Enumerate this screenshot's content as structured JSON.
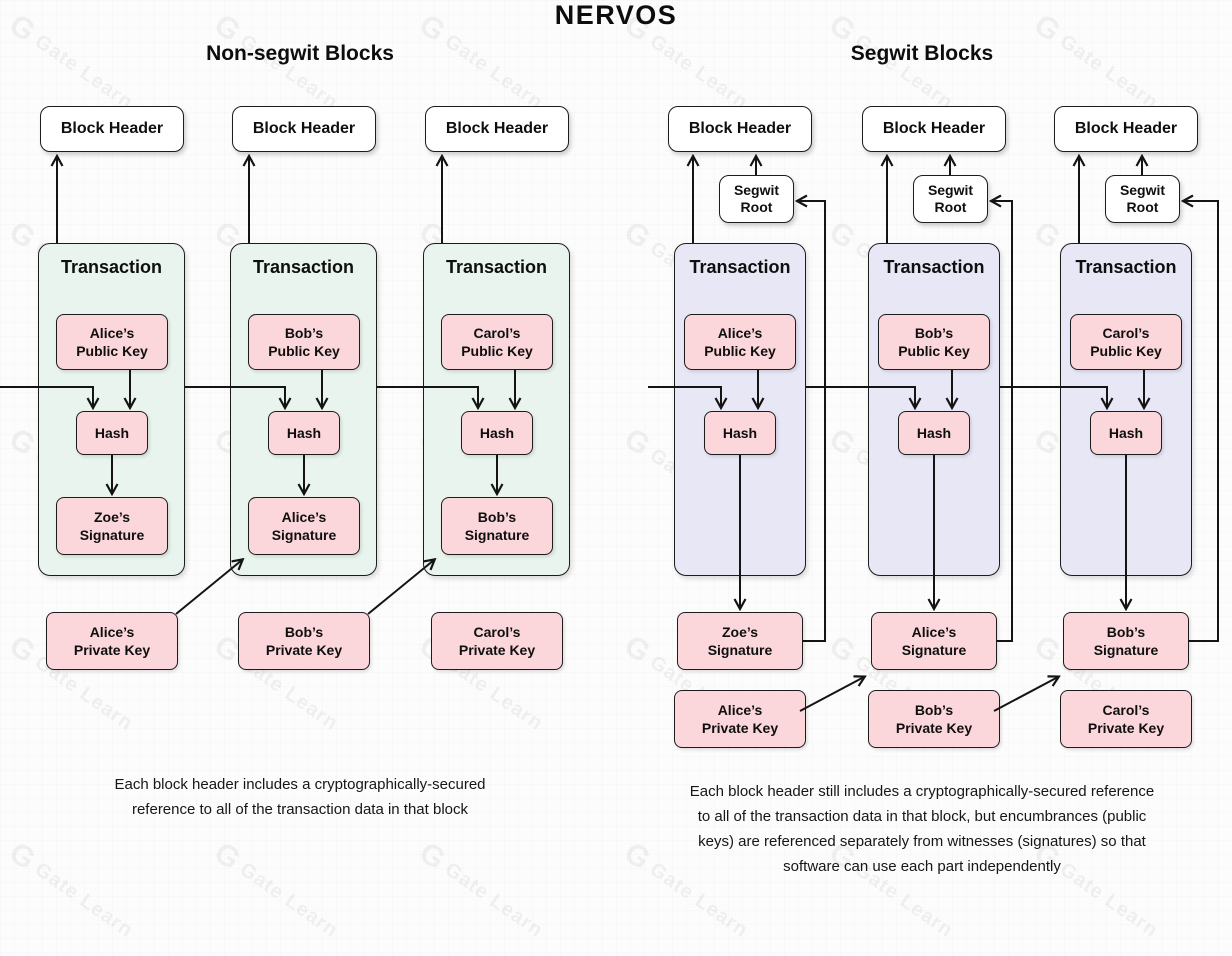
{
  "watermark": {
    "logo": "G",
    "text": "Gate Learn"
  },
  "brand": "NERVOS",
  "colors": {
    "mint": "#e9f4ee",
    "lavender": "#e7e7f6",
    "pink": "#fbd6da",
    "line": "#141414"
  },
  "left": {
    "title": "Non-segwit Blocks",
    "caption_lines": [
      "Each block header includes a cryptographically-secured",
      "reference to all of the transaction data in that block"
    ],
    "columns": [
      {
        "header": "Block Header",
        "transaction": "Transaction",
        "public_key": "Alice’s\nPublic Key",
        "hash": "Hash",
        "signature": "Zoe’s\nSignature",
        "private_key": "Alice’s\nPrivate Key"
      },
      {
        "header": "Block Header",
        "transaction": "Transaction",
        "public_key": "Bob’s\nPublic Key",
        "hash": "Hash",
        "signature": "Alice’s\nSignature",
        "private_key": "Bob’s\nPrivate Key"
      },
      {
        "header": "Block Header",
        "transaction": "Transaction",
        "public_key": "Carol’s\nPublic Key",
        "hash": "Hash",
        "signature": "Bob’s\nSignature",
        "private_key": "Carol’s\nPrivate Key"
      }
    ]
  },
  "right": {
    "title": "Segwit Blocks",
    "caption_lines": [
      "Each block header still includes a cryptographically-secured reference",
      "to all of the transaction data in that block, but encumbrances (public",
      "keys) are referenced separately from witnesses (signatures) so that",
      "software can use each part independently"
    ],
    "columns": [
      {
        "header": "Block Header",
        "segwit_root": "Segwit\nRoot",
        "transaction": "Transaction",
        "public_key": "Alice’s\nPublic Key",
        "hash": "Hash",
        "signature": "Zoe’s\nSignature",
        "private_key": "Alice’s\nPrivate Key"
      },
      {
        "header": "Block Header",
        "segwit_root": "Segwit\nRoot",
        "transaction": "Transaction",
        "public_key": "Bob’s\nPublic Key",
        "hash": "Hash",
        "signature": "Alice’s\nSignature",
        "private_key": "Bob’s\nPrivate Key"
      },
      {
        "header": "Block Header",
        "segwit_root": "Segwit\nRoot",
        "transaction": "Transaction",
        "public_key": "Carol’s\nPublic Key",
        "hash": "Hash",
        "signature": "Bob’s\nSignature",
        "private_key": "Carol’s\nPrivate Key"
      }
    ]
  }
}
